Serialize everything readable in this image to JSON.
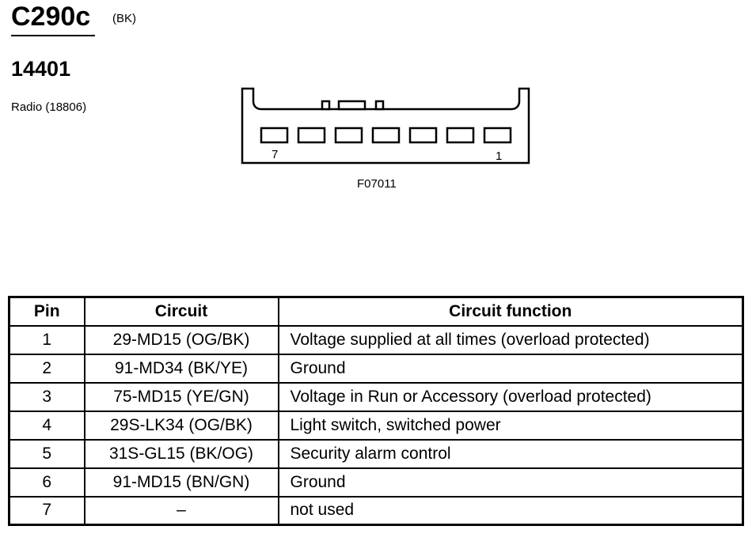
{
  "header": {
    "connector_id": "C290c",
    "connector_color": "(BK)",
    "part_number": "14401",
    "component": "Radio (18806)"
  },
  "diagram": {
    "pin_left_label": "7",
    "pin_right_label": "1",
    "figure_code": "F07011"
  },
  "table": {
    "headers": [
      "Pin",
      "Circuit",
      "Circuit function"
    ],
    "rows": [
      {
        "pin": "1",
        "circuit": "29-MD15 (OG/BK)",
        "function": "Voltage supplied at all times (overload protected)"
      },
      {
        "pin": "2",
        "circuit": "91-MD34 (BK/YE)",
        "function": "Ground"
      },
      {
        "pin": "3",
        "circuit": "75-MD15 (YE/GN)",
        "function": "Voltage in Run or Accessory (overload protected)"
      },
      {
        "pin": "4",
        "circuit": "29S-LK34 (OG/BK)",
        "function": "Light switch, switched power"
      },
      {
        "pin": "5",
        "circuit": "31S-GL15 (BK/OG)",
        "function": "Security alarm control"
      },
      {
        "pin": "6",
        "circuit": "91-MD15 (BN/GN)",
        "function": "Ground"
      },
      {
        "pin": "7",
        "circuit": "–",
        "function": "not used"
      }
    ]
  }
}
